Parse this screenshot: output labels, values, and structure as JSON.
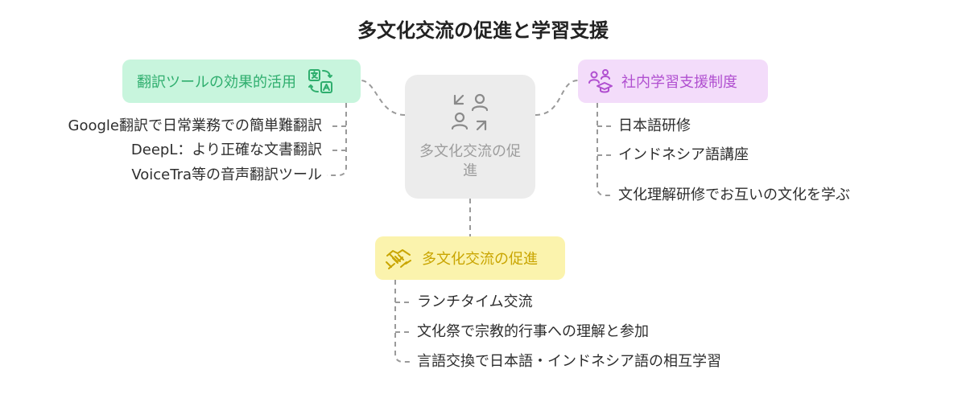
{
  "title": "多文化交流の促進と学習支援",
  "center": {
    "label": "多文化交流の促進",
    "icon": "people-swap-icon"
  },
  "branches": {
    "left": {
      "label": "翻訳ツールの効果的活用",
      "icon": "translate-icon",
      "color": "#2fae6e",
      "items": [
        "Google翻訳で日常業務での簡単難翻訳",
        "DeepL：より正確な文書翻訳",
        "VoiceTra等の音声翻訳ツール"
      ]
    },
    "right": {
      "label": "社内学習支援制度",
      "icon": "study-group-icon",
      "color": "#b04fd0",
      "items": [
        "日本語研修",
        "インドネシア語講座",
        "文化理解研修でお互いの文化を学ぶ"
      ]
    },
    "bottom": {
      "label": "多文化交流の促進",
      "icon": "handshake-icon",
      "color": "#c9a500",
      "items": [
        "ランチタイム交流",
        "文化祭で宗教的行事への理解と参加",
        "言語交換で日本語・インドネシア語の相互学習"
      ]
    }
  }
}
